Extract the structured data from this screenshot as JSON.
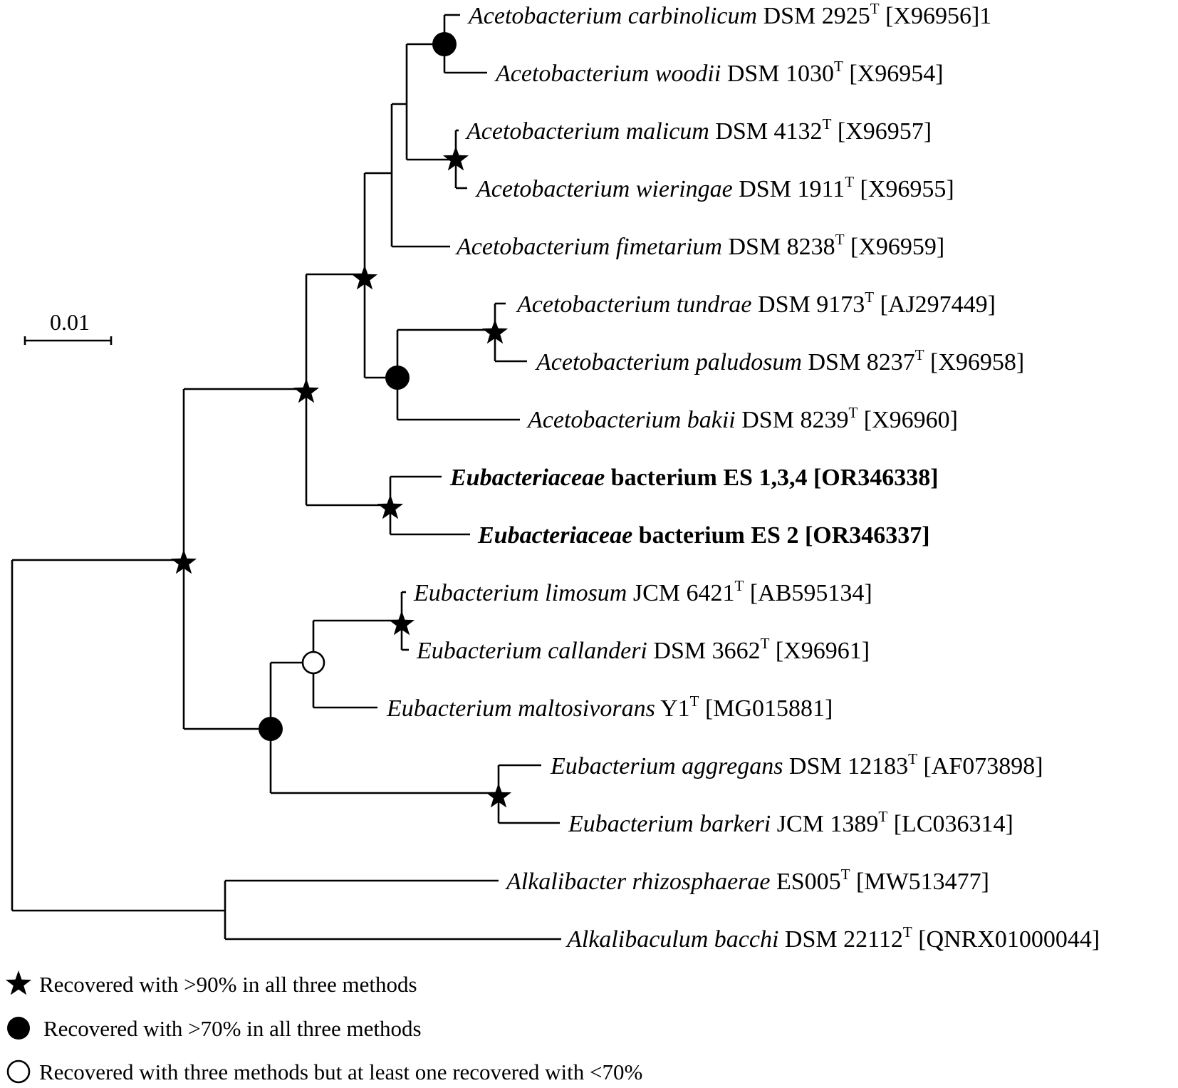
{
  "scale_bar": {
    "label": "0.01"
  },
  "taxa": [
    {
      "genus": "Acetobacterium carbinolicum",
      "strain": "DSM 2925",
      "type_strain": true,
      "accession": "[X96956]1",
      "bold": false
    },
    {
      "genus": "Acetobacterium woodii",
      "strain": "DSM 1030",
      "type_strain": true,
      "accession": "[X96954]",
      "bold": false
    },
    {
      "genus": "Acetobacterium malicum",
      "strain": "DSM 4132",
      "type_strain": true,
      "accession": "[X96957]",
      "bold": false
    },
    {
      "genus": "Acetobacterium wieringae",
      "strain": "DSM 1911",
      "type_strain": true,
      "accession": "[X96955]",
      "bold": false
    },
    {
      "genus": "Acetobacterium fimetarium",
      "strain": "DSM 8238",
      "type_strain": true,
      "accession": "[X96959]",
      "bold": false
    },
    {
      "genus": "Acetobacterium tundrae",
      "strain": "DSM 9173",
      "type_strain": true,
      "accession": "[AJ297449]",
      "bold": false
    },
    {
      "genus": "Acetobacterium paludosum",
      "strain": "DSM 8237",
      "type_strain": true,
      "accession": "[X96958]",
      "bold": false
    },
    {
      "genus": "Acetobacterium bakii",
      "strain": "DSM 8239",
      "type_strain": true,
      "accession": "[X96960]",
      "bold": false
    },
    {
      "genus": "Eubacteriaceae",
      "strain": "bacterium ES 1,3,4",
      "type_strain": false,
      "accession": "[OR346338]",
      "bold": true
    },
    {
      "genus": "Eubacteriaceae",
      "strain": "bacterium ES 2",
      "type_strain": false,
      "accession": "[OR346337]",
      "bold": true
    },
    {
      "genus": "Eubacterium limosum",
      "strain": "JCM 6421",
      "type_strain": true,
      "accession": "[AB595134]",
      "bold": false
    },
    {
      "genus": "Eubacterium callanderi",
      "strain": "DSM 3662",
      "type_strain": true,
      "accession": "[X96961]",
      "bold": false
    },
    {
      "genus": "Eubacterium maltosivorans",
      "strain": "Y1",
      "type_strain": true,
      "accession": "[MG015881]",
      "bold": false
    },
    {
      "genus": "Eubacterium aggregans",
      "strain": "DSM 12183",
      "type_strain": true,
      "accession": "[AF073898]",
      "bold": false
    },
    {
      "genus": "Eubacterium barkeri",
      "strain": "JCM 1389",
      "type_strain": true,
      "accession": "[LC036314]",
      "bold": false
    },
    {
      "genus": "Alkalibacter rhizosphaerae",
      "strain": "ES005",
      "type_strain": true,
      "accession": "[MW513477]",
      "bold": false
    },
    {
      "genus": "Alkalibaculum bacchi",
      "strain": "DSM 22112",
      "type_strain": true,
      "accession": "[QNRX01000044]",
      "bold": false
    }
  ],
  "type_strain_mark": "T",
  "node_support": [
    {
      "node": "carbinolicum+woodii",
      "symbol": "filled-circle"
    },
    {
      "node": "malicum+wieringae",
      "symbol": "star"
    },
    {
      "node": "tundrae+paludosum",
      "symbol": "star"
    },
    {
      "node": "tundrae+paludosum+bakii",
      "symbol": "filled-circle"
    },
    {
      "node": "acetobacterium-core",
      "symbol": "star"
    },
    {
      "node": "acetobacterium+ES",
      "symbol": "star"
    },
    {
      "node": "ES-isolates",
      "symbol": "star"
    },
    {
      "node": "ingroup",
      "symbol": "star"
    },
    {
      "node": "limosum+callanderi",
      "symbol": "star"
    },
    {
      "node": "limosum+callanderi+maltosivorans",
      "symbol": "open-circle"
    },
    {
      "node": "eubacterium",
      "symbol": "filled-circle"
    },
    {
      "node": "aggregans+barkeri",
      "symbol": "star"
    }
  ],
  "legend": [
    {
      "symbol": "star",
      "text": "Recovered with >90% in all three methods"
    },
    {
      "symbol": "filled-circle",
      "text": "Recovered with >70% in all three methods"
    },
    {
      "symbol": "open-circle",
      "text": "Recovered with three methods but at least one recovered with <70%"
    }
  ],
  "colors": {
    "ink": "#000000",
    "background": "#ffffff"
  }
}
